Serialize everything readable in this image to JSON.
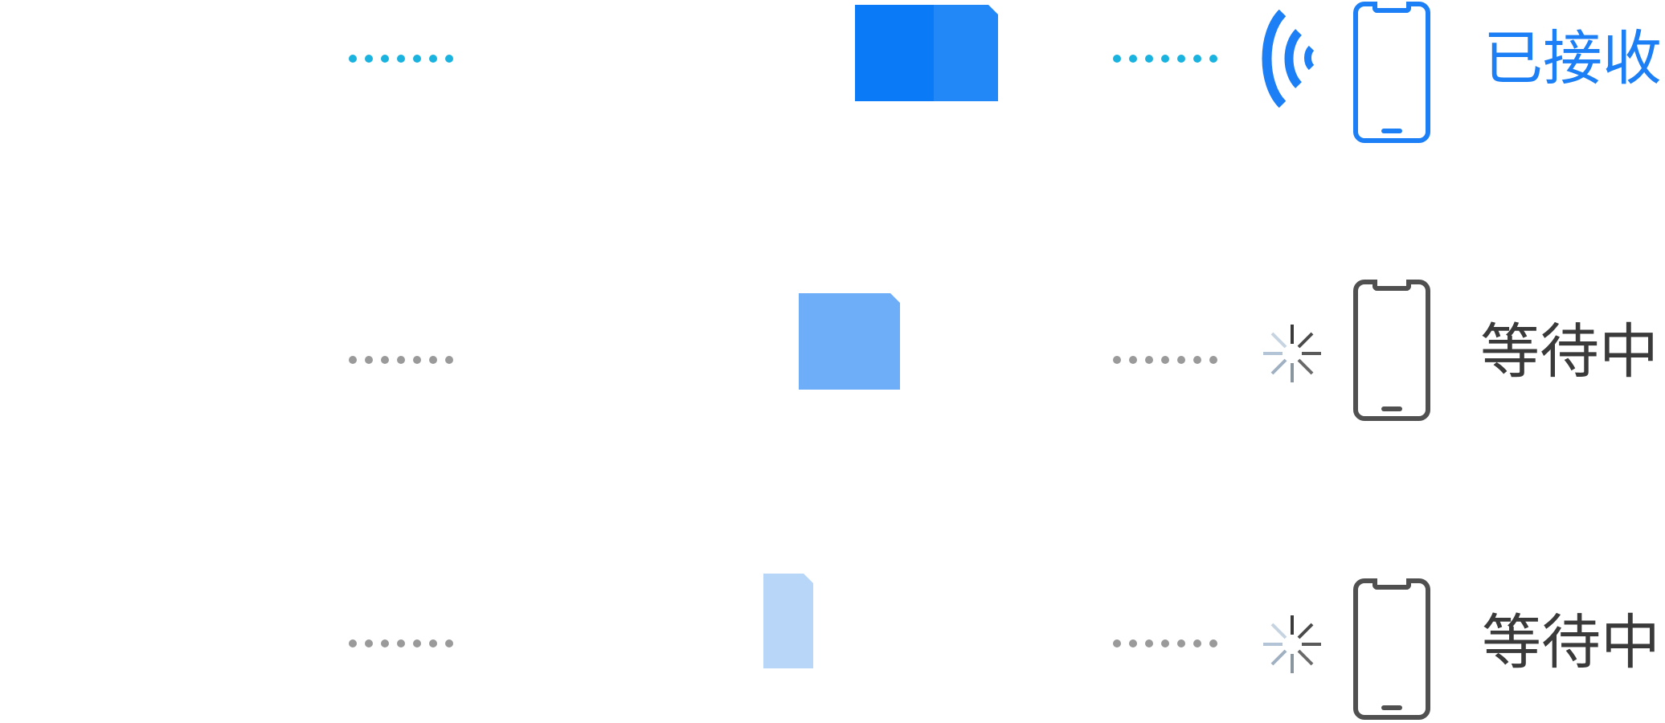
{
  "colors": {
    "accent": "#1d7ff5",
    "connector_active": "#1ab3e0",
    "connector_waiting": "#9a9a9a",
    "phone_waiting": "#505050",
    "doc_active": "#0a7af7",
    "doc_waiting_1": "#6eaef9",
    "doc_waiting_2": "#b8d6f7"
  },
  "rows": [
    {
      "state": "received",
      "status_icon": "wifi-signal-icon",
      "device_icon": "phone-icon",
      "status_label": "已接收"
    },
    {
      "state": "waiting",
      "status_icon": "loading-spinner-icon",
      "device_icon": "phone-icon",
      "status_label": "等待中"
    },
    {
      "state": "waiting",
      "status_icon": "loading-spinner-icon",
      "device_icon": "phone-icon",
      "status_label": "等待中"
    }
  ]
}
